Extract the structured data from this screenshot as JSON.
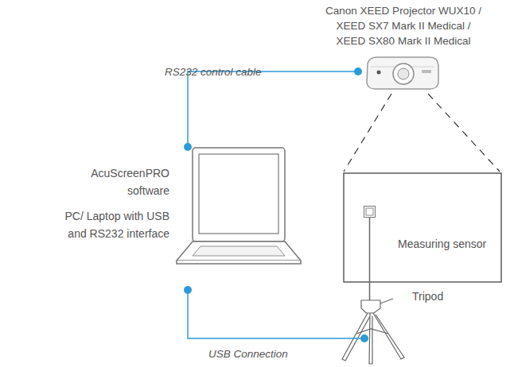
{
  "diagram": {
    "nodes": [
      {
        "text": [
          "Canon XEED Projector WUX10 / XEED SX7 Mark II Medical / XEED SX80 Mark II Medical"
        ]
      },
      {
        "text": [
          "AcuScreenPRO software",
          "PC/ Laptop with USB and RS232 interface"
        ]
      },
      {
        "text": [
          "Measuring sensor"
        ]
      },
      {
        "text": [
          "Tripod"
        ]
      }
    ],
    "edges": [
      {
        "from": 1,
        "to": 0,
        "arrow": "none",
        "label": "RS232 control cable"
      },
      {
        "from": 1,
        "to": 3,
        "arrow": "none",
        "label": "USB Connection"
      }
    ]
  }
}
